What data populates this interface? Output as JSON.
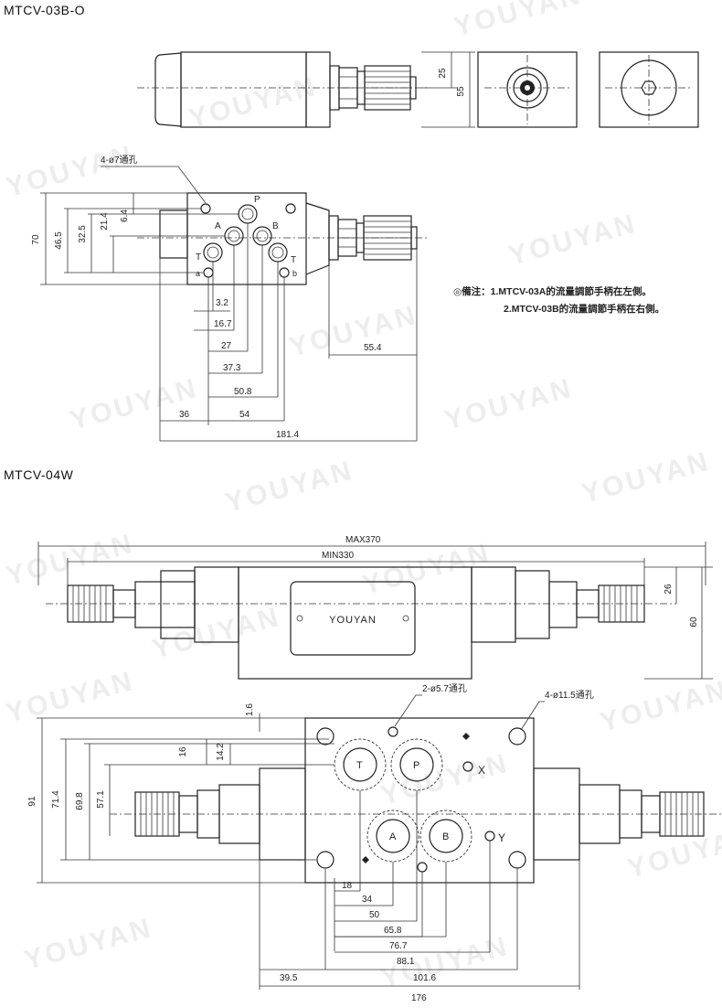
{
  "titles": {
    "top": "MTCV-03B-O",
    "bottom": "MTCV-04W"
  },
  "watermark": "YOUYAN",
  "nameplate": "YOUYAN",
  "notes": {
    "line1": "◎備注：1.MTCV-03A的流量調節手柄在左側。",
    "line2": "2.MTCV-03B的流量調節手柄在右側。"
  },
  "top_drawing": {
    "hole_callout": "4-ø7通孔",
    "ports": {
      "p": "P",
      "a": "A",
      "b": "B",
      "t_left": "T",
      "t_right": "T",
      "a_small": "a",
      "b_small": "b"
    },
    "dims": {
      "d25": "25",
      "d55": "55",
      "d70": "70",
      "d46_5": "46.5",
      "d32_5": "32.5",
      "d21_4": "21.4",
      "d6_4": "6.4",
      "d3_2": "3.2",
      "d16_7": "16.7",
      "d27": "27",
      "d37_3": "37.3",
      "d50_8": "50.8",
      "d36": "36",
      "d54": "54",
      "d181_4": "181.4",
      "d55_4": "55.4"
    }
  },
  "bottom_drawing": {
    "hole_callout_1": "2-ø5.7通孔",
    "hole_callout_2": "4-ø11.5通孔",
    "ports": {
      "t": "T",
      "p": "P",
      "a": "A",
      "b": "B",
      "x": "X",
      "y": "Y"
    },
    "dims": {
      "max": "MAX370",
      "min": "MIN330",
      "d26": "26",
      "d60": "60",
      "d1_6": "1.6",
      "d14_2": "14.2",
      "d16": "16",
      "d91": "91",
      "d71_4": "71.4",
      "d69_8": "69.8",
      "d57_1": "57.1",
      "d18": "18",
      "d34": "34",
      "d50": "50",
      "d65_8": "65.8",
      "d76_7": "76.7",
      "d88_1": "88.1",
      "d101_6": "101.6",
      "d39_5": "39.5",
      "d176": "176"
    }
  }
}
